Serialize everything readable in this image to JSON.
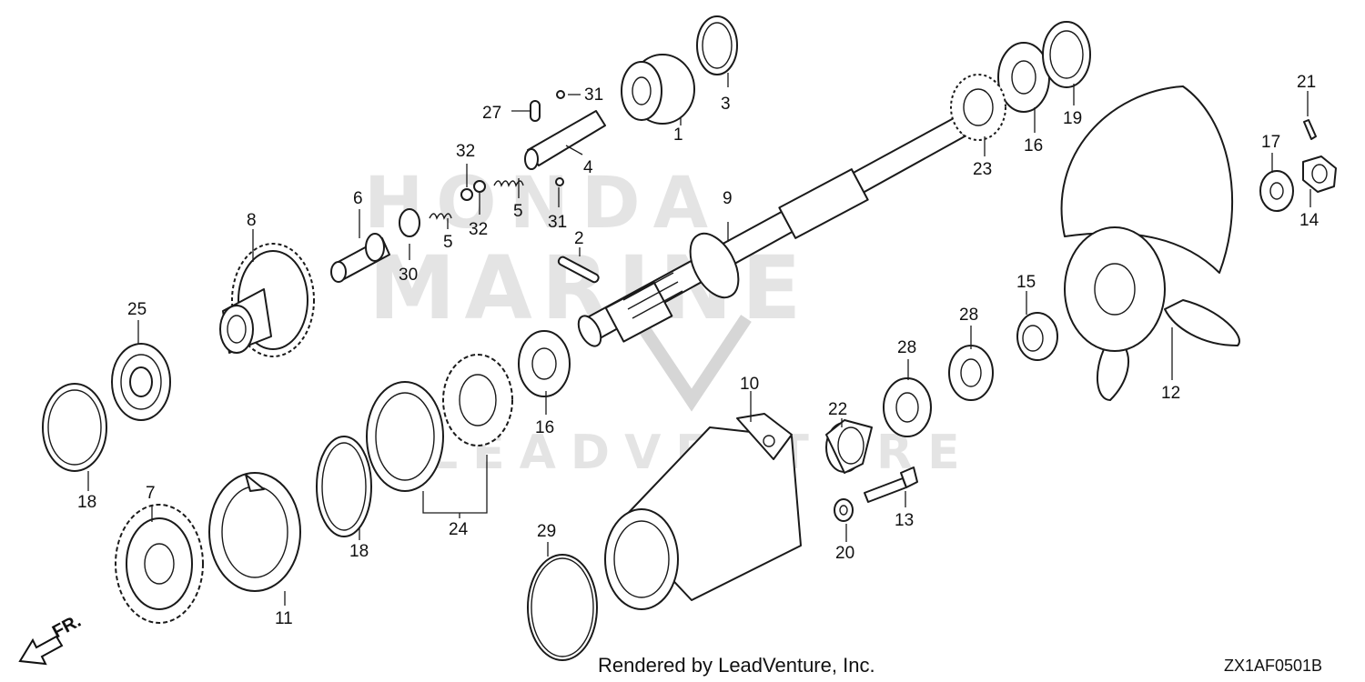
{
  "diagram": {
    "callouts": [
      "1",
      "2",
      "3",
      "4",
      "5",
      "5",
      "6",
      "7",
      "8",
      "9",
      "10",
      "11",
      "12",
      "13",
      "14",
      "15",
      "16",
      "16",
      "17",
      "18",
      "18",
      "19",
      "20",
      "21",
      "22",
      "23",
      "24",
      "25",
      "28",
      "28",
      "27",
      "29",
      "30",
      "31",
      "31",
      "32",
      "32"
    ],
    "direction_label": "FR.",
    "credit": "Rendered by LeadVenture, Inc.",
    "figure_code": "ZX1AF0501B",
    "watermark": [
      "HONDA",
      "MARINE",
      "LEADVENTURE"
    ]
  }
}
